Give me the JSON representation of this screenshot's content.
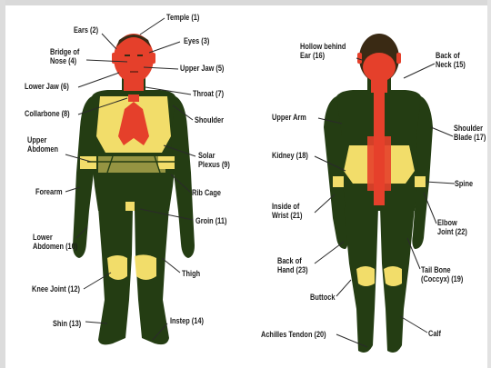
{
  "colors": {
    "body_green": "#243d13",
    "highlight_yellow": "#f2dd6a",
    "highlight_red": "#e5402b",
    "line": "#2a2a2a"
  },
  "front_labels": {
    "temple": "Temple (1)",
    "ears": "Ears (2)",
    "eyes": "Eyes (3)",
    "bridge_of_nose": [
      "Bridge of",
      "Nose (4)"
    ],
    "upper_jaw": "Upper Jaw (5)",
    "lower_jaw": "Lower Jaw (6)",
    "throat": "Throat (7)",
    "collarbone": "Collarbone (8)",
    "shoulder": "Shoulder",
    "upper_abdomen": [
      "Upper",
      "Abdomen"
    ],
    "solar_plexus": [
      "Solar",
      "Plexus (9)"
    ],
    "forearm": "Forearm",
    "rib_cage": "Rib Cage",
    "groin": "Groin (11)",
    "lower_abdomen": [
      "Lower",
      "Abdomen (10)"
    ],
    "thigh": "Thigh",
    "knee_joint": "Knee Joint (12)",
    "instep": "Instep (14)",
    "shin": "Shin (13)"
  },
  "back_labels": {
    "hollow_behind_ear": [
      "Hollow behind",
      "Ear (16)"
    ],
    "back_of_neck": [
      "Back of",
      "Neck (15)"
    ],
    "upper_arm": "Upper Arm",
    "shoulder_blade": [
      "Shoulder",
      "Blade (17)"
    ],
    "kidney": "Kidney (18)",
    "spine": "Spine",
    "inside_of_wrist": [
      "Inside of",
      "Wrist (21)"
    ],
    "elbow_joint": [
      "Elbow",
      "Joint (22)"
    ],
    "back_of_hand": [
      "Back of",
      "Hand (23)"
    ],
    "buttock": "Buttock",
    "tail_bone": [
      "Tail Bone",
      "(Coccyx) (19)"
    ],
    "achilles_tendon": "Achilles Tendon (20)",
    "calf": "Calf"
  }
}
